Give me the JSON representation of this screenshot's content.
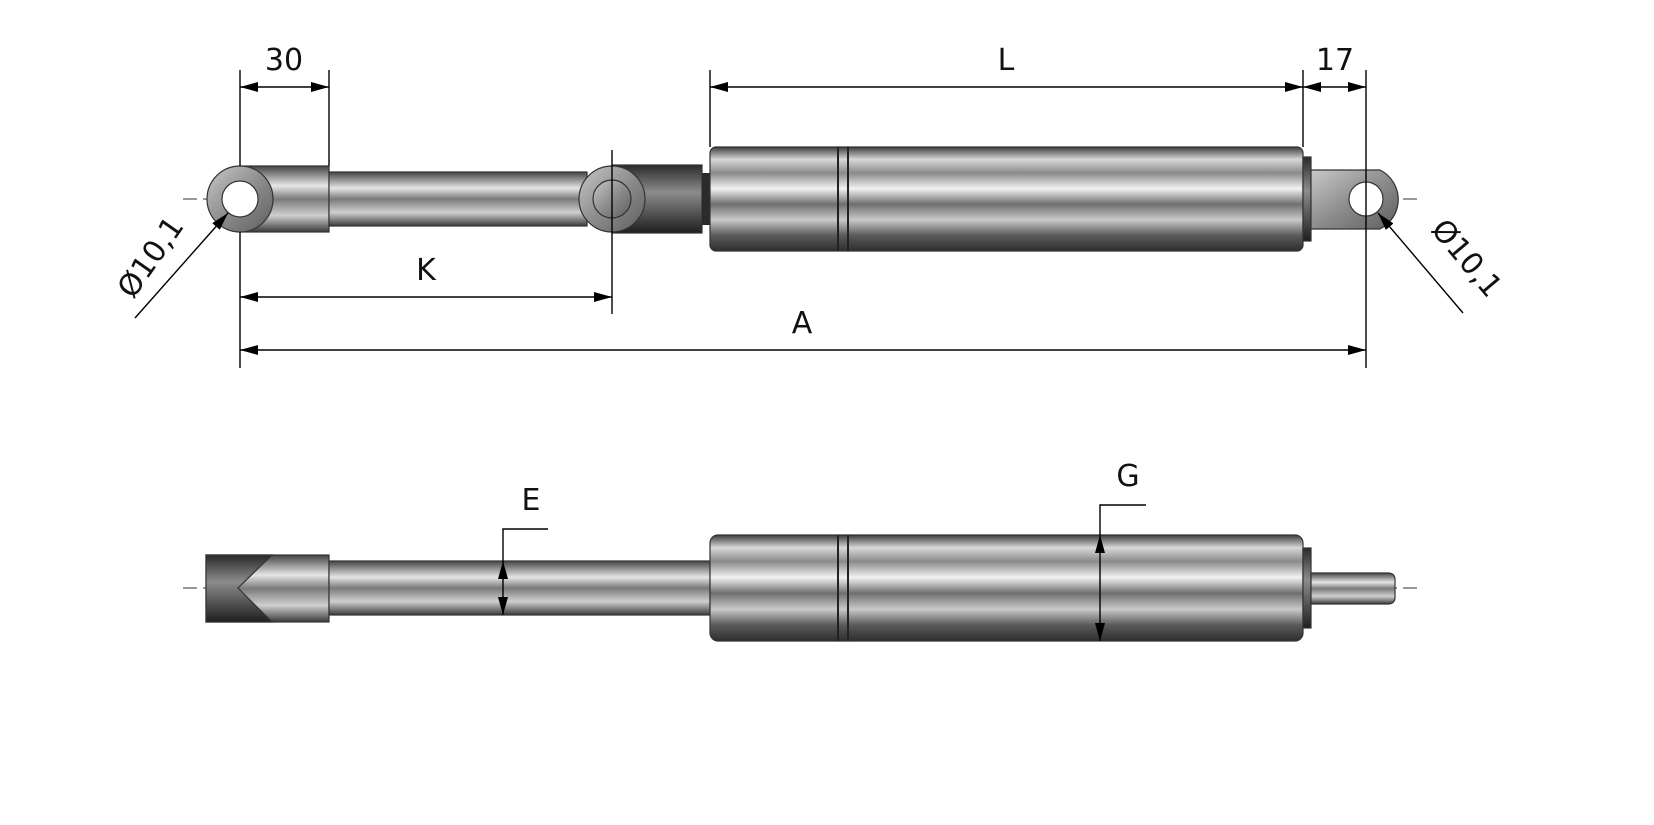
{
  "dimensions": {
    "eye_length": "30",
    "tail_length": "17",
    "body_length": "L",
    "stroke_length": "K",
    "overall_length": "A",
    "left_eye_diameter": "Ø10,1",
    "right_eye_diameter": "Ø10,1",
    "rod_diameter": "E",
    "body_diameter": "G"
  }
}
